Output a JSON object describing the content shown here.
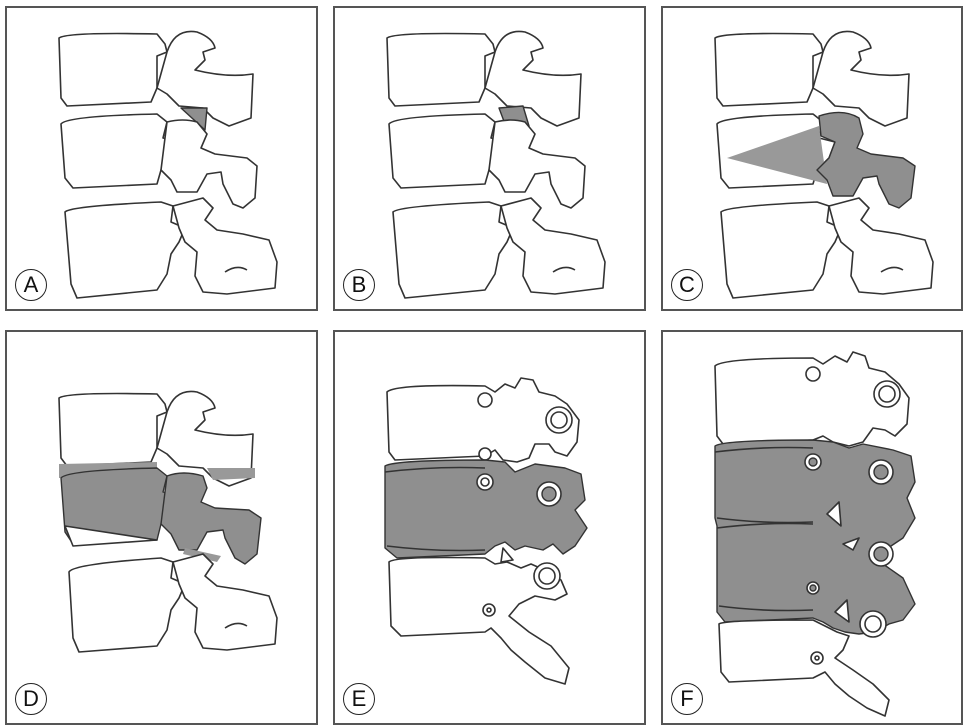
{
  "figure": {
    "panels": [
      {
        "id": "A",
        "label": "A"
      },
      {
        "id": "B",
        "label": "B"
      },
      {
        "id": "C",
        "label": "C"
      },
      {
        "id": "D",
        "label": "D"
      },
      {
        "id": "E",
        "label": "E"
      },
      {
        "id": "F",
        "label": "F"
      }
    ],
    "colors": {
      "shade": "#8f8f8f",
      "outline": "#333333",
      "border": "#555555"
    }
  }
}
